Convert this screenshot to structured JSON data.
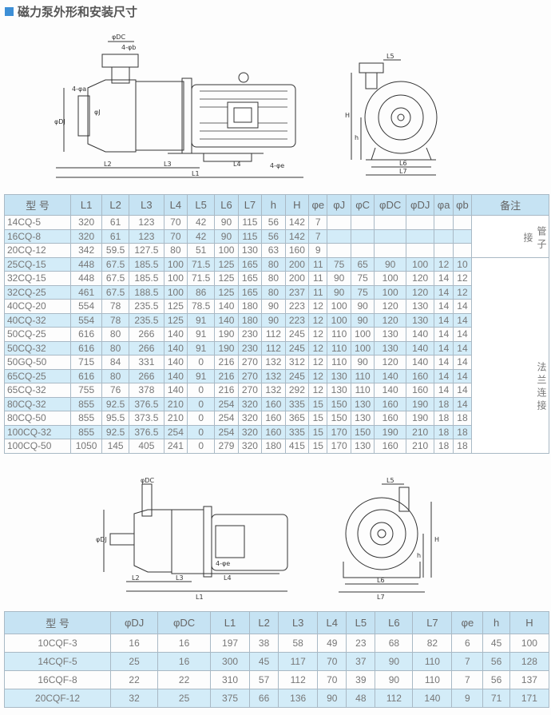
{
  "title": "磁力泵外形和安装尺寸",
  "drawing1": {
    "labels": {
      "dc": "φDC",
      "b": "4-φb",
      "a": "4-φa",
      "dj": "φDJ",
      "j": "φJ",
      "l2": "L2",
      "l3": "L3",
      "l1": "L1",
      "l4": "L4",
      "e": "4-φe",
      "l5": "L5",
      "H": "H",
      "h": "h",
      "l6": "L6",
      "l7": "L7"
    }
  },
  "drawing2": {
    "labels": {
      "dc": "φDC",
      "dj": "φDJ",
      "l2": "L2",
      "l3": "L3",
      "l1": "L1",
      "l4": "L4",
      "e": "4-φe",
      "l5": "L5",
      "H": "H",
      "h": "h",
      "l6": "L6",
      "l7": "L7"
    }
  },
  "table1": {
    "headers": [
      "型 号",
      "L1",
      "L2",
      "L3",
      "L4",
      "L5",
      "L6",
      "L7",
      "h",
      "H",
      "φe",
      "φJ",
      "φC",
      "φDC",
      "φDJ",
      "φa",
      "φb",
      "备注"
    ],
    "notes": [
      "管子接",
      "法兰连接"
    ],
    "rows": [
      [
        "14CQ-5",
        "320",
        "61",
        "123",
        "70",
        "42",
        "90",
        "115",
        "56",
        "142",
        "7",
        "",
        "",
        "",
        "",
        "",
        ""
      ],
      [
        "16CQ-8",
        "320",
        "61",
        "123",
        "70",
        "42",
        "90",
        "115",
        "56",
        "142",
        "7",
        "",
        "",
        "",
        "",
        "",
        ""
      ],
      [
        "20CQ-12",
        "342",
        "59.5",
        "127.5",
        "80",
        "51",
        "100",
        "130",
        "63",
        "160",
        "9",
        "",
        "",
        "",
        "",
        "",
        ""
      ],
      [
        "25CQ-15",
        "448",
        "67.5",
        "185.5",
        "100",
        "71.5",
        "125",
        "165",
        "80",
        "200",
        "11",
        "75",
        "65",
        "90",
        "100",
        "12",
        "10"
      ],
      [
        "32CQ-15",
        "448",
        "67.5",
        "185.5",
        "100",
        "71.5",
        "125",
        "165",
        "80",
        "200",
        "11",
        "90",
        "75",
        "100",
        "120",
        "14",
        "12"
      ],
      [
        "32CQ-25",
        "461",
        "67.5",
        "188.5",
        "100",
        "86",
        "125",
        "165",
        "80",
        "237",
        "11",
        "90",
        "75",
        "100",
        "120",
        "14",
        "12"
      ],
      [
        "40CQ-20",
        "554",
        "78",
        "235.5",
        "125",
        "78.5",
        "140",
        "180",
        "90",
        "223",
        "12",
        "100",
        "90",
        "120",
        "130",
        "14",
        "14"
      ],
      [
        "40CQ-32",
        "554",
        "78",
        "235.5",
        "125",
        "91",
        "140",
        "180",
        "90",
        "223",
        "12",
        "100",
        "90",
        "120",
        "130",
        "14",
        "14"
      ],
      [
        "50CQ-25",
        "616",
        "80",
        "266",
        "140",
        "91",
        "190",
        "230",
        "112",
        "245",
        "12",
        "110",
        "100",
        "130",
        "140",
        "14",
        "14"
      ],
      [
        "50CQ-32",
        "616",
        "80",
        "266",
        "140",
        "91",
        "190",
        "230",
        "112",
        "245",
        "12",
        "110",
        "100",
        "130",
        "140",
        "14",
        "14"
      ],
      [
        "50GQ-50",
        "715",
        "84",
        "331",
        "140",
        "0",
        "216",
        "270",
        "132",
        "312",
        "12",
        "110",
        "90",
        "120",
        "140",
        "14",
        "14"
      ],
      [
        "65CQ-25",
        "616",
        "80",
        "266",
        "140",
        "91",
        "216",
        "270",
        "132",
        "245",
        "12",
        "130",
        "110",
        "140",
        "160",
        "14",
        "14"
      ],
      [
        "65CQ-32",
        "755",
        "76",
        "378",
        "140",
        "0",
        "216",
        "270",
        "132",
        "292",
        "12",
        "130",
        "110",
        "140",
        "160",
        "14",
        "14"
      ],
      [
        "80CQ-32",
        "855",
        "92.5",
        "376.5",
        "210",
        "0",
        "254",
        "320",
        "160",
        "335",
        "15",
        "150",
        "130",
        "160",
        "190",
        "18",
        "14"
      ],
      [
        "80CQ-50",
        "855",
        "95.5",
        "373.5",
        "210",
        "0",
        "254",
        "320",
        "160",
        "365",
        "15",
        "150",
        "130",
        "160",
        "190",
        "18",
        "18"
      ],
      [
        "100CQ-32",
        "855",
        "92.5",
        "376.5",
        "254",
        "0",
        "254",
        "320",
        "160",
        "335",
        "15",
        "170",
        "150",
        "190",
        "210",
        "18",
        "18"
      ],
      [
        "100CQ-50",
        "1050",
        "145",
        "405",
        "241",
        "0",
        "279",
        "320",
        "180",
        "415",
        "15",
        "170",
        "130",
        "160",
        "210",
        "18",
        "18"
      ]
    ]
  },
  "table2": {
    "headers": [
      "型 号",
      "φDJ",
      "φDC",
      "L1",
      "L2",
      "L3",
      "L4",
      "L5",
      "L6",
      "L7",
      "φe",
      "h",
      "H"
    ],
    "rows": [
      [
        "10CQF-3",
        "16",
        "16",
        "197",
        "38",
        "58",
        "49",
        "23",
        "68",
        "82",
        "6",
        "45",
        "100"
      ],
      [
        "14CQF-5",
        "25",
        "16",
        "300",
        "45",
        "117",
        "70",
        "37",
        "90",
        "110",
        "7",
        "56",
        "128"
      ],
      [
        "16CQF-8",
        "22",
        "22",
        "310",
        "57",
        "112",
        "70",
        "39",
        "90",
        "110",
        "7",
        "56",
        "137"
      ],
      [
        "20CQF-12",
        "32",
        "25",
        "375",
        "66",
        "136",
        "90",
        "48",
        "112",
        "140",
        "9",
        "71",
        "171"
      ]
    ]
  }
}
